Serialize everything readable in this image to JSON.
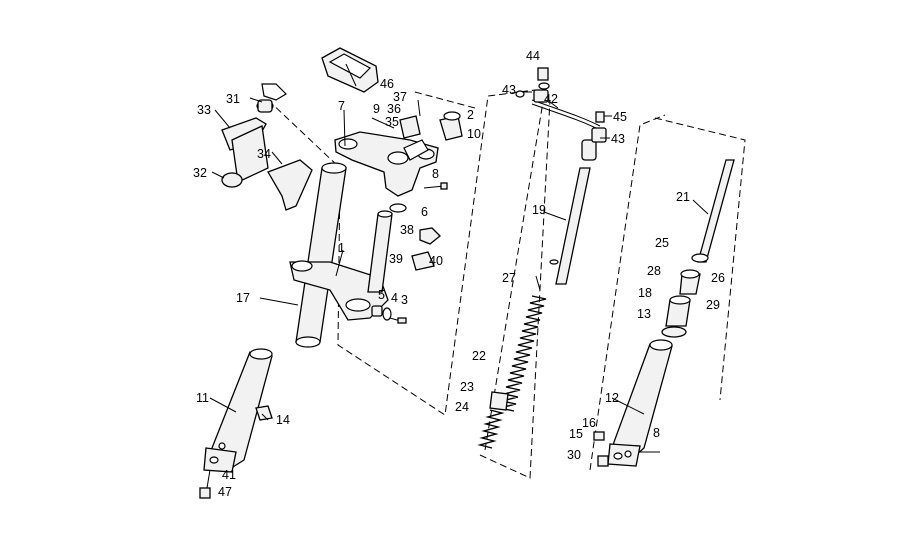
{
  "callouts": {
    "c1": "1",
    "c2": "2",
    "c3": "3",
    "c4": "4",
    "c5": "5",
    "c6": "6",
    "c7": "7",
    "c8a": "8",
    "c8b": "8",
    "c9": "9",
    "c10": "10",
    "c11": "11",
    "c12": "12",
    "c13": "13",
    "c14": "14",
    "c15": "15",
    "c16": "16",
    "c17": "17",
    "c18": "18",
    "c19": "19",
    "c21": "21",
    "c22": "22",
    "c23": "23",
    "c24": "24",
    "c25": "25",
    "c26": "26",
    "c27": "27",
    "c28": "28",
    "c29": "29",
    "c30": "30",
    "c31": "31",
    "c32": "32",
    "c33": "33",
    "c34": "34",
    "c35": "35",
    "c36": "36",
    "c37": "37",
    "c38": "38",
    "c39": "39",
    "c40": "40",
    "c41": "41",
    "c42": "42",
    "c43a": "43",
    "c43b": "43",
    "c44": "44",
    "c45": "45",
    "c46": "46",
    "c47": "47"
  }
}
